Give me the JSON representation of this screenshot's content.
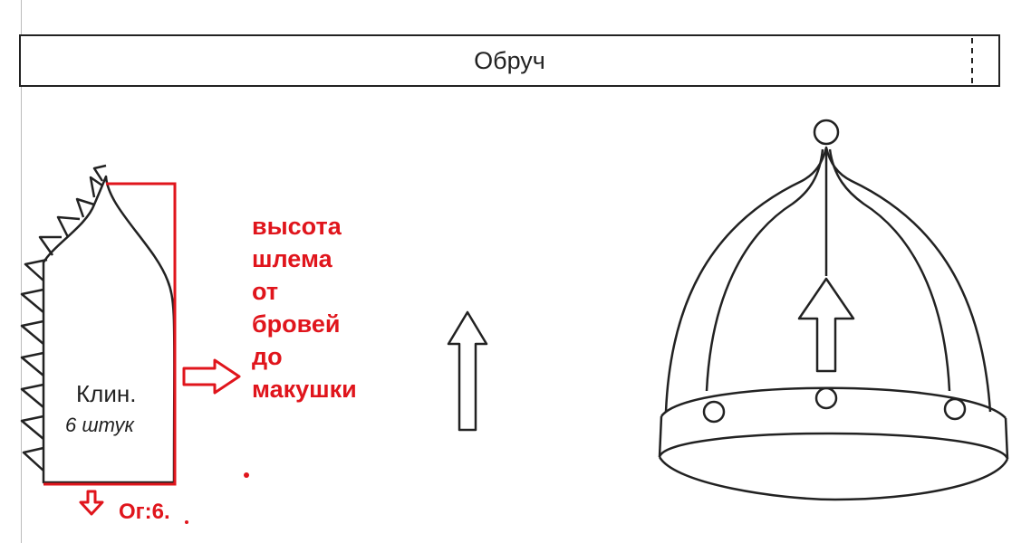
{
  "hoop": {
    "label": "Обруч"
  },
  "wedge": {
    "title": "Клин.",
    "count": "6 штук"
  },
  "annotations": {
    "height_lines": [
      "высота",
      "шлема",
      "от",
      "бровей",
      "до",
      "макушки"
    ],
    "girth": "Ог:6."
  },
  "colors": {
    "ink": "#222222",
    "annotation": "#e0151c",
    "background": "#ffffff"
  },
  "icons": [
    "arrow-up-icon",
    "arrow-right-icon",
    "arrow-down-icon",
    "helmet-drawing"
  ]
}
